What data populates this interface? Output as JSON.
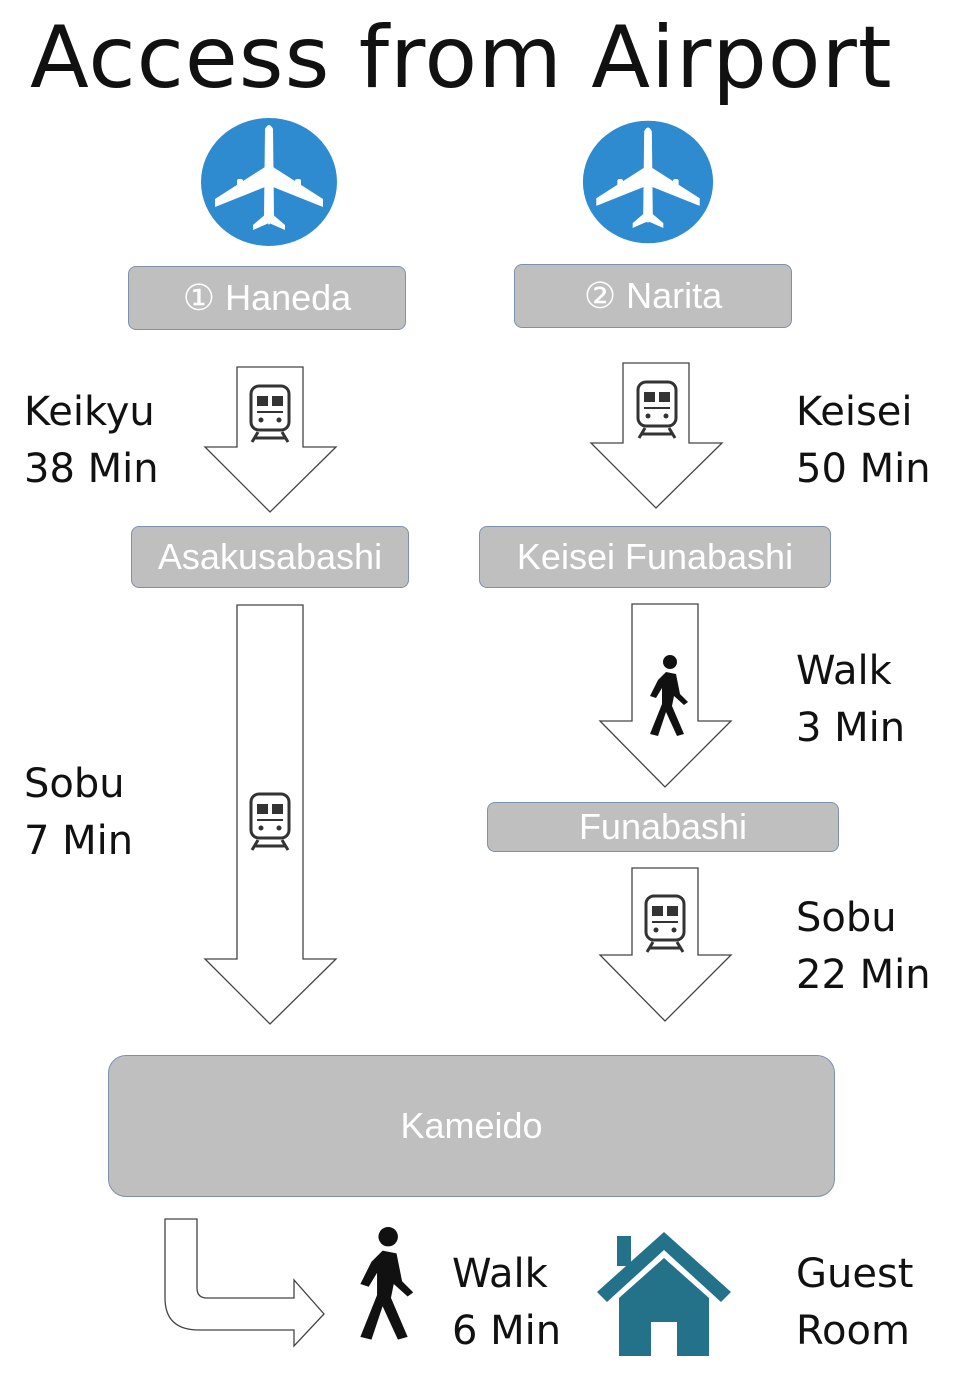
{
  "title": "Access from Airport",
  "airports": {
    "haneda": {
      "label": "① Haneda",
      "icon": "airplane-icon"
    },
    "narita": {
      "label": "② Narita",
      "icon": "airplane-icon"
    }
  },
  "stations": {
    "asakusabashi": "Asakusabashi",
    "keisei_funabashi": "Keisei Funabashi",
    "funabashi": "Funabashi",
    "kameido": "Kameido"
  },
  "legs": {
    "keikyu": {
      "line": "Keikyu",
      "time": "38 Min",
      "icon": "train-icon"
    },
    "keisei": {
      "line": "Keisei",
      "time": "50 Min",
      "icon": "train-icon"
    },
    "sobu_left": {
      "line": "Sobu",
      "time": "7 Min",
      "icon": "train-icon"
    },
    "walk_funabashi": {
      "line": "Walk",
      "time": "3 Min",
      "icon": "walking-person-icon"
    },
    "sobu_right": {
      "line": "Sobu",
      "time": "22 Min",
      "icon": "train-icon"
    },
    "walk_final": {
      "line": "Walk",
      "time": "6 Min",
      "icon": "walking-person-icon"
    }
  },
  "destination": {
    "line1": "Guest",
    "line2": "Room",
    "icon": "house-icon"
  },
  "colors": {
    "plane_circle": "#2f8bd0",
    "station_box": "#bfbfbf",
    "box_border": "#7f90ad",
    "house": "#23728a",
    "text": "#111111"
  }
}
